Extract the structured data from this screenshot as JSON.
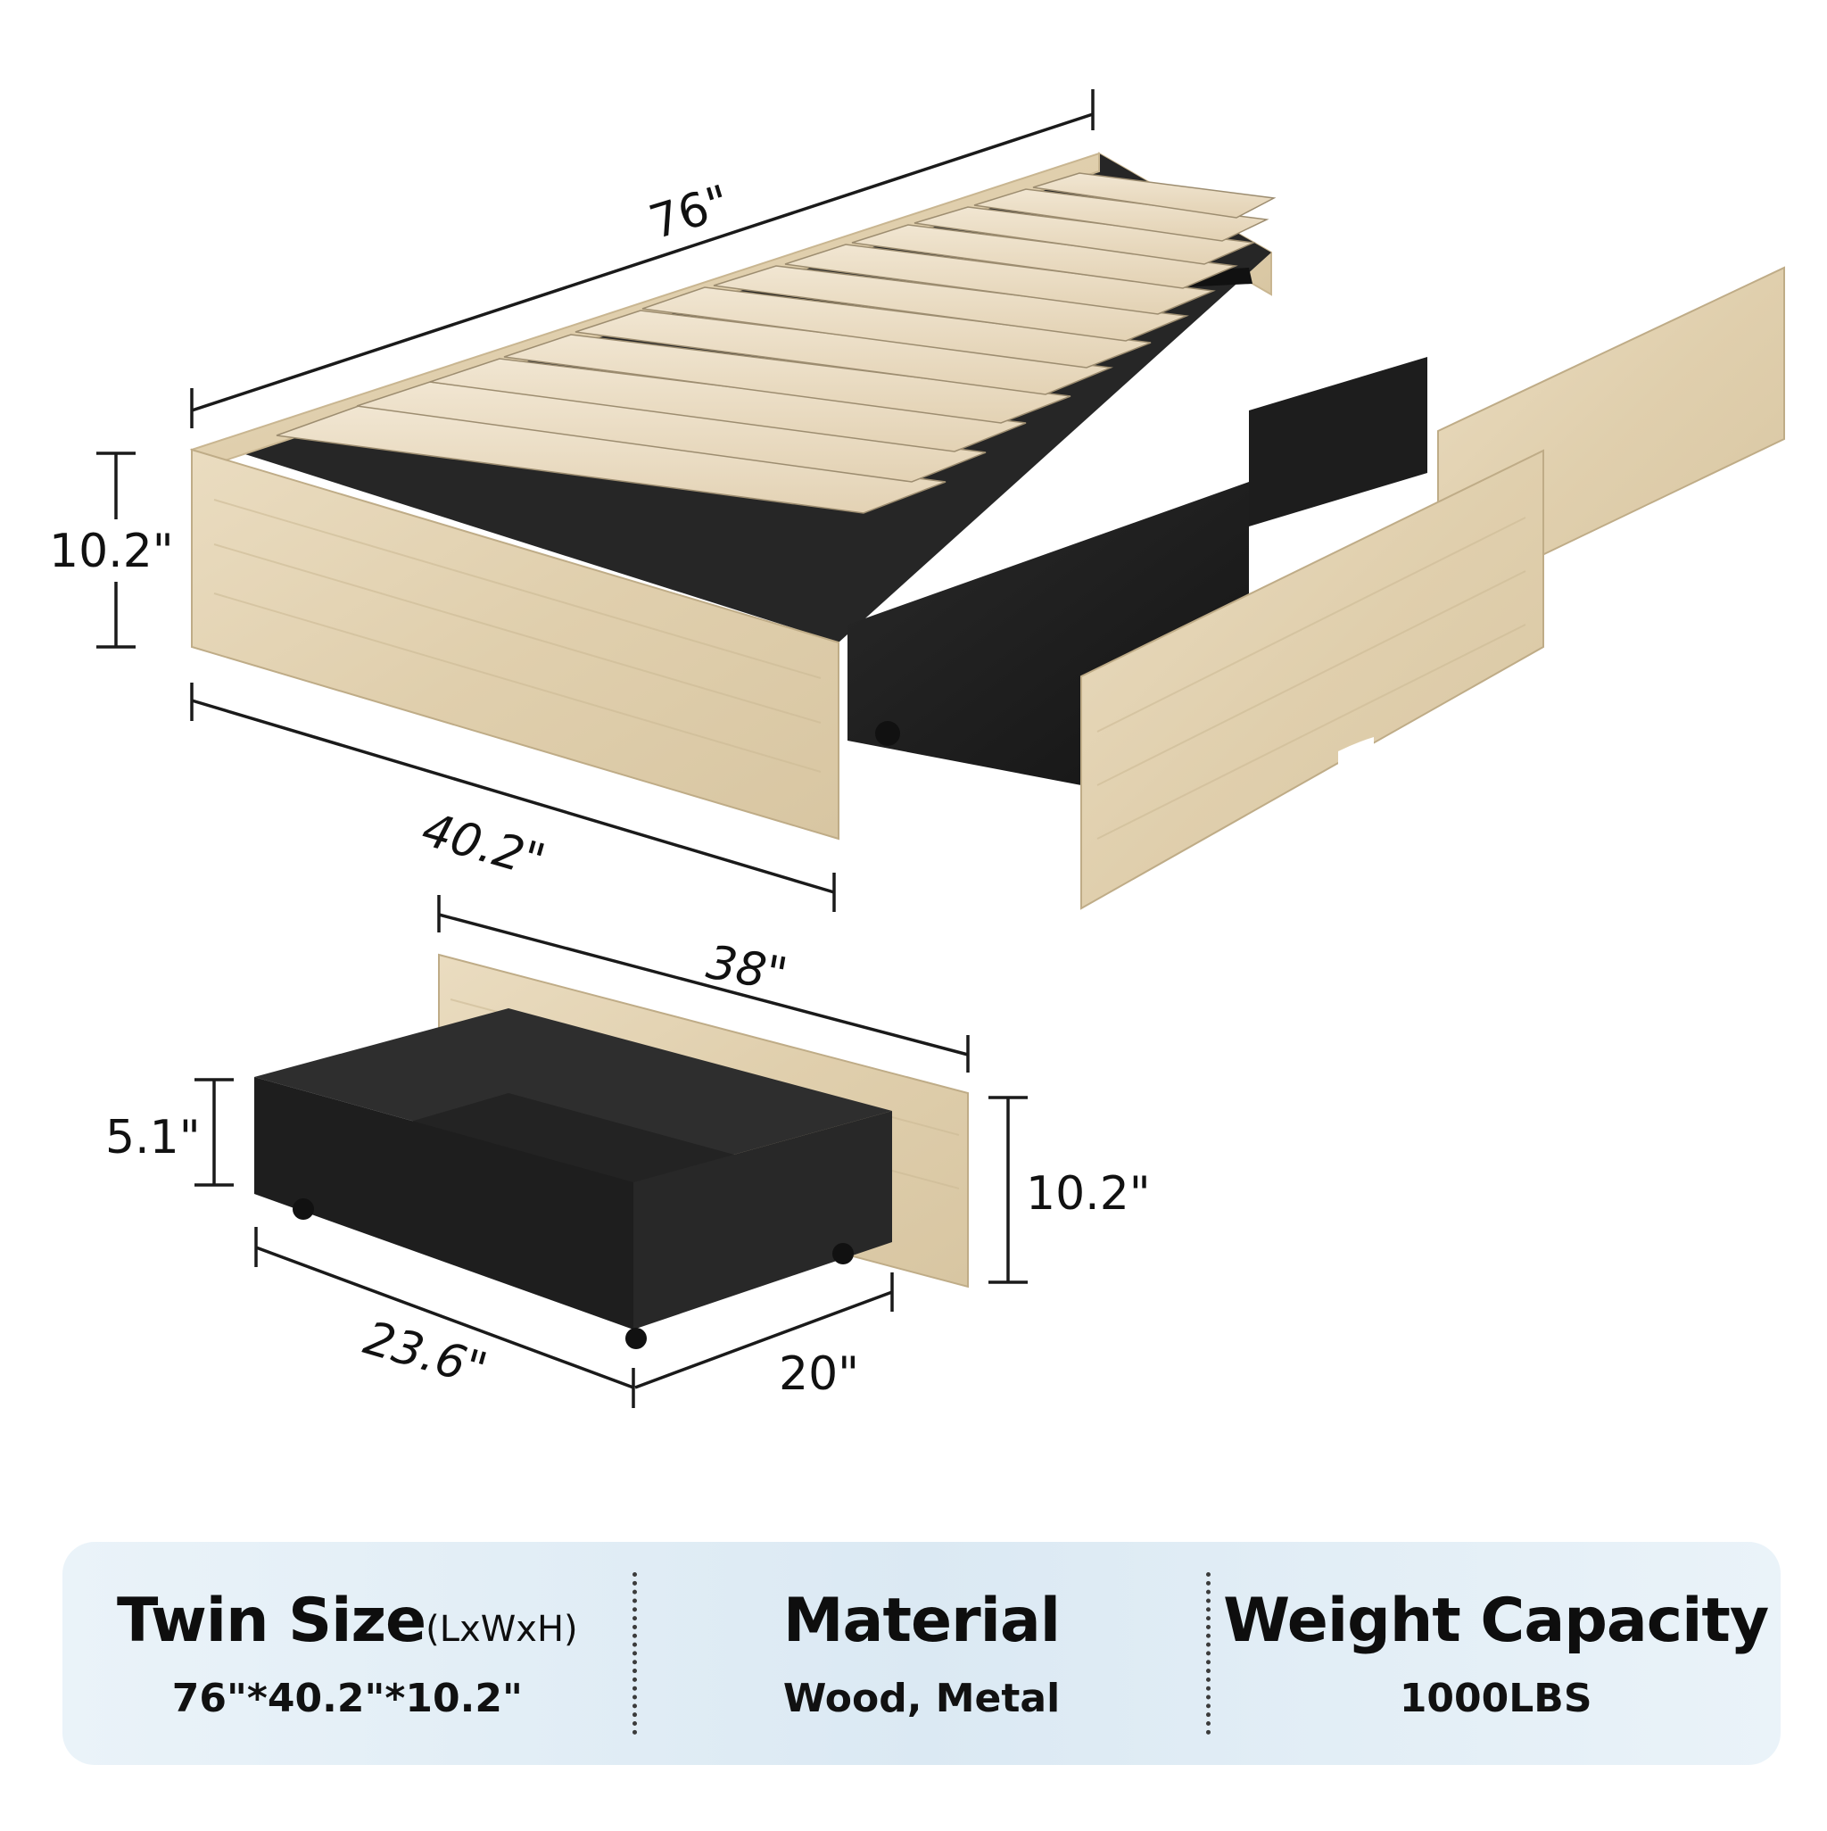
{
  "dimensions": {
    "bed_length": "76\"",
    "bed_height": "10.2\"",
    "bed_width": "40.2\"",
    "drawer_length": "38\"",
    "drawer_box_height": "5.1\"",
    "drawer_front_height": "10.2\"",
    "drawer_depth": "23.6\"",
    "drawer_width": "20\""
  },
  "specs": {
    "size": {
      "title": "Twin Size",
      "suffix": "(LxWxH)",
      "value": "76\"*40.2\"*10.2\""
    },
    "material": {
      "title": "Material",
      "value": "Wood, Metal"
    },
    "capacity": {
      "title": "Weight Capacity",
      "value": "1000LBS"
    }
  },
  "colors": {
    "wood": "#e3d3b3",
    "metal": "#1c1c1c",
    "spec_bar": "#dbe9f3"
  }
}
